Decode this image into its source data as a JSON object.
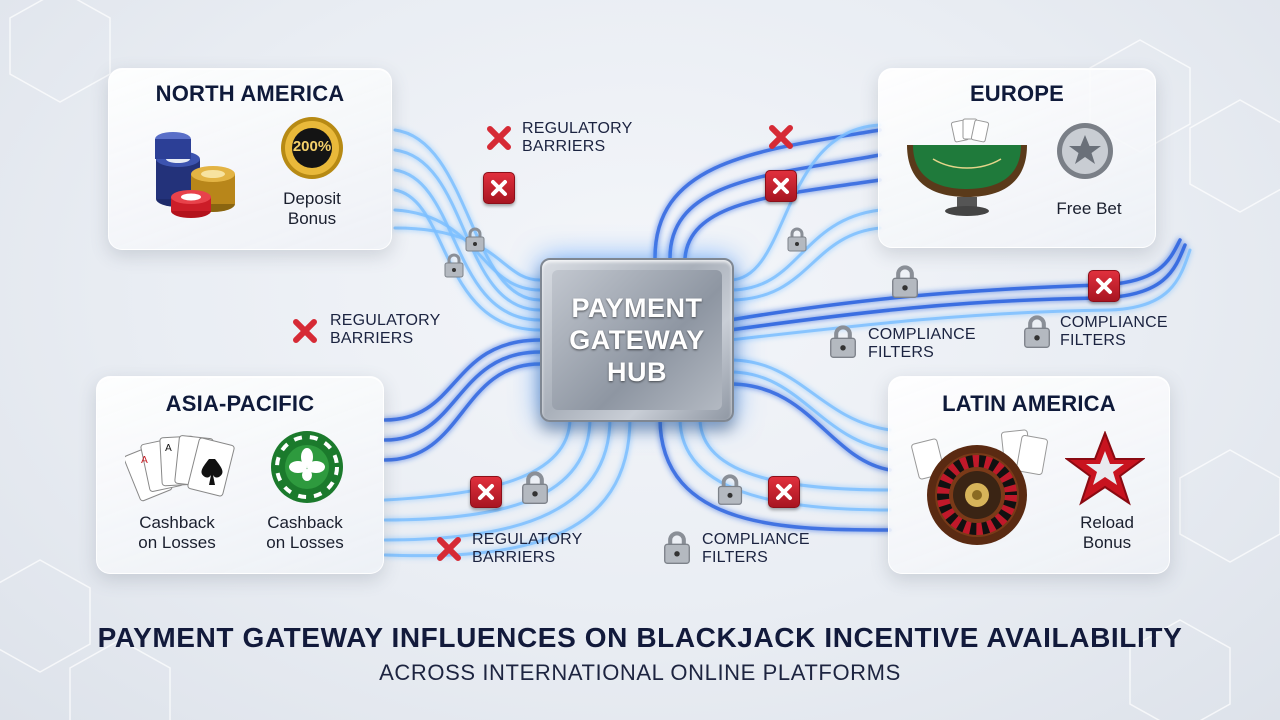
{
  "title": "PAYMENT GATEWAY INFLUENCES ON BLACKJACK INCENTIVE AVAILABILITY",
  "subtitle": "ACROSS INTERNATIONAL ONLINE PLATFORMS",
  "hub": {
    "line1": "PAYMENT",
    "line2": "GATEWAY",
    "line3": "HUB"
  },
  "regions": {
    "north_america": {
      "name": "NORTH AMERICA",
      "badge": "200%",
      "incentive_line1": "Deposit",
      "incentive_line2": "Bonus"
    },
    "europe": {
      "name": "EUROPE",
      "incentive": "Free Bet"
    },
    "asia_pacific": {
      "name": "ASIA-PACIFIC",
      "incentive1_line1": "Cashback",
      "incentive1_line2": "on Losses",
      "incentive2_line1": "Cashback",
      "incentive2_line2": "on Losses"
    },
    "latin_america": {
      "name": "LATIN AMERICA",
      "incentive_line1": "Reload",
      "incentive_line2": "Bonus"
    }
  },
  "barriers": {
    "regulatory": {
      "line1": "REGULATORY",
      "line2": "BARRIERS"
    },
    "compliance": {
      "line1": "COMPLIANCE",
      "line2": "FILTERS"
    }
  },
  "icons": {
    "region_icons": [
      "poker-chips-icon",
      "bonus-coin-icon",
      "blackjack-table-icon",
      "star-token-icon",
      "playing-cards-icon",
      "clover-chip-icon",
      "roulette-wheel-icon",
      "star-badge-icon"
    ],
    "flow_markers": [
      "red-x-icon",
      "padlock-icon"
    ]
  },
  "colors": {
    "flow_light": "#6fb6ff",
    "flow_dark": "#1f4fc8",
    "barrier_red": "#d62a35",
    "title_navy": "#121a3b"
  }
}
